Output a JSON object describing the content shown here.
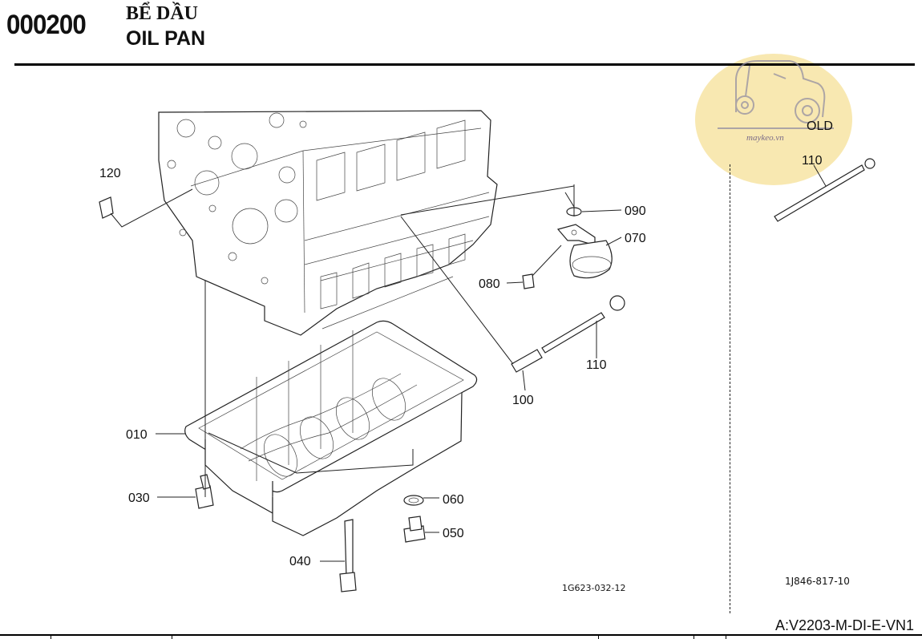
{
  "header": {
    "section_code": "000200",
    "title_vi": "BỂ DẦU",
    "title_en": "OIL PAN"
  },
  "labels": {
    "p010": "010",
    "p030": "030",
    "p040": "040",
    "p050": "050",
    "p060": "060",
    "p070": "070",
    "p080": "080",
    "p090": "090",
    "p100": "100",
    "p110": "110",
    "p110_old": "110",
    "p120": "120",
    "old": "OLD"
  },
  "figure_codes": {
    "main": "1G623-032-12",
    "old": "1J846-817-10"
  },
  "footer": {
    "model_code": "A:V2203-M-DI-E-VN1"
  },
  "watermark": {
    "text": "maykeo.vn"
  }
}
